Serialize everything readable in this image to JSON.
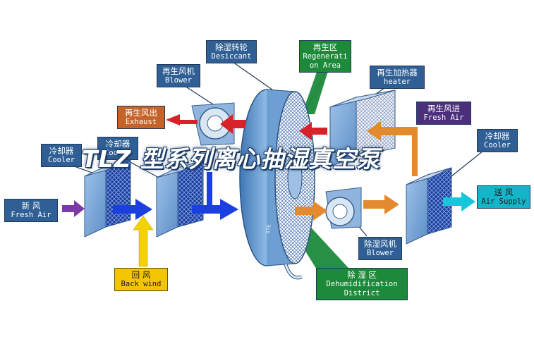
{
  "title": "TLZ 型系列离心抽湿真空泵",
  "labels": {
    "desiccant": {
      "zh": "除湿转轮",
      "en": "Desiccant"
    },
    "regeneration": {
      "zh": "再生区",
      "en": "Regenerati",
      "en2": "on Area"
    },
    "regen_blower": {
      "zh": "再生风机",
      "en": "Blower"
    },
    "regen_heater": {
      "zh": "再生加热器",
      "en": "heater"
    },
    "exhaust": {
      "zh": "再生风出",
      "en": "Exhaust"
    },
    "regen_fresh": {
      "zh": "再生风进",
      "en": "Fresh Air"
    },
    "cooler_left": {
      "zh": "冷却器",
      "en": "Cooler"
    },
    "cooler_mid": {
      "zh": "冷却器",
      "en": "Cooler"
    },
    "cooler_right": {
      "zh": "冷却器",
      "en": "Cooler"
    },
    "fresh_air": {
      "zh": "新    风",
      "en": "Fresh Air"
    },
    "air_supply": {
      "zh": "送  风",
      "en": "Air Supply"
    },
    "back_wind": {
      "zh": "回    风",
      "en": "Back wind"
    },
    "dehum_blower": {
      "zh": "除湿风机",
      "en": "Blower"
    },
    "dehum_district": {
      "zh": "除    湿    区",
      "en": "Dehumidification",
      "en2": "District"
    }
  },
  "wheel_text": "XTE",
  "colors": {
    "label_blue": "#2f5f94",
    "label_orange": "#c5642a",
    "label_purple": "#4b2f7c",
    "label_cyan": "#14b4c9",
    "label_yellow": "#f2c500",
    "label_green": "#1c8a3a",
    "arrow_red": "#d8222a",
    "arrow_blue": "#1c3fe0",
    "arrow_orange": "#e38a2e",
    "arrow_purple": "#7c3aa6",
    "arrow_cyan": "#18c6dc",
    "arrow_yellow": "#f2d200",
    "unit_blue": "#6f9ccb"
  }
}
